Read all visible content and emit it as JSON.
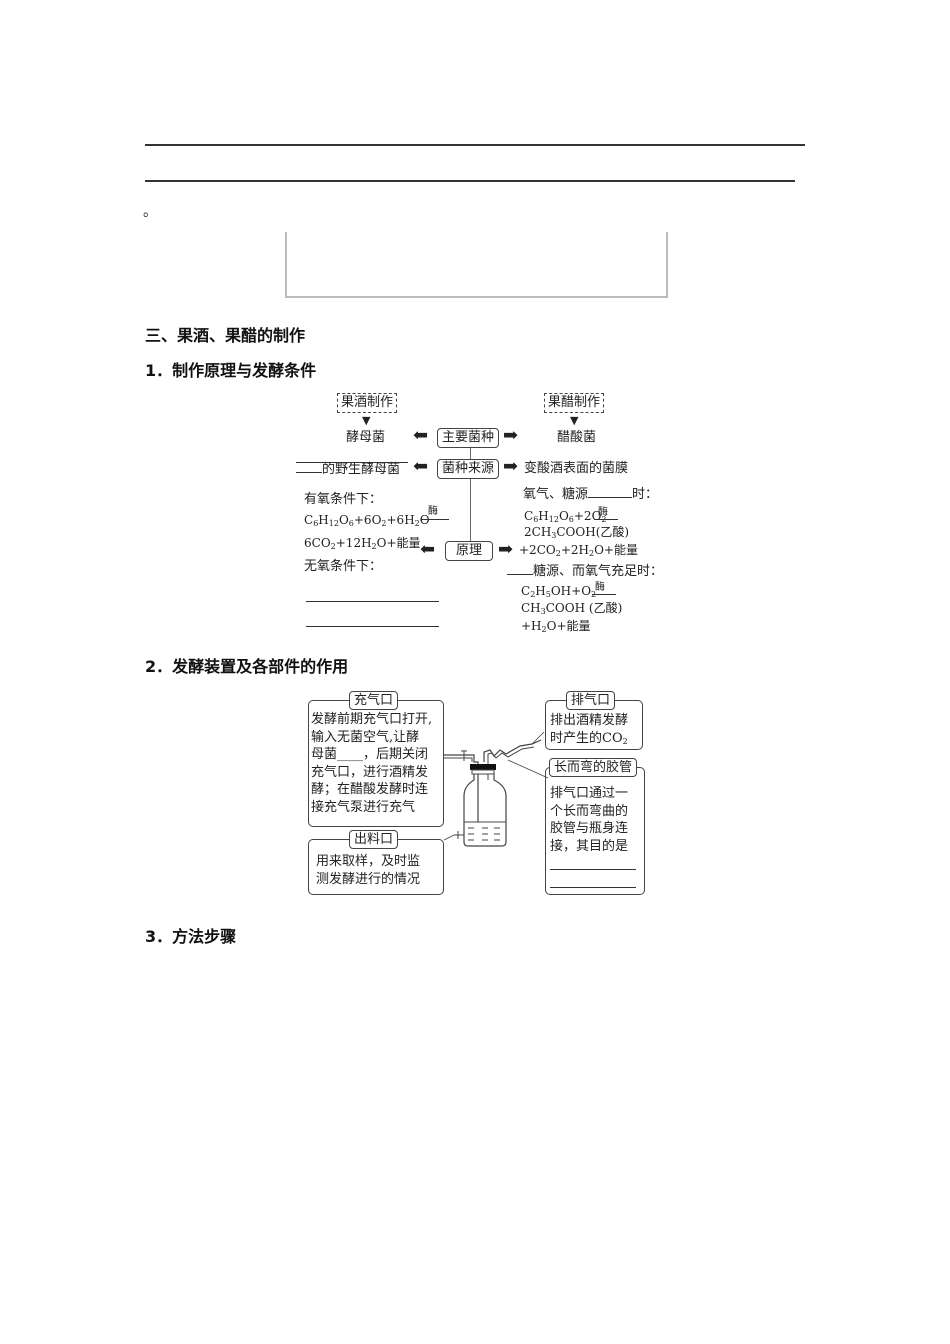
{
  "top": {
    "period": "。"
  },
  "section3": {
    "title": "三、果酒、果醋的制作",
    "sub1": "1．制作原理与发酵条件",
    "sub2": "2．发酵装置及各部件的作用",
    "sub3": "3．方法步骤"
  },
  "diagram1": {
    "left_header": "果酒制作",
    "right_header": "果醋制作",
    "center_boxes": [
      "主要菌种",
      "菌种来源",
      "原理"
    ],
    "left_strain": "酵母菌",
    "right_strain": "醋酸菌",
    "left_source": "的野生酵母菌",
    "right_source": "变酸酒表面的菌膜",
    "aerobic_label": "有氧条件下：",
    "aerobic_eq1": "C6H12O6+6O2+6H2O",
    "aerobic_eq2": "6CO2+12H2O+能量",
    "enzyme": "酶",
    "anaerobic_label": "无氧条件下：",
    "right_cond1": "氧气、糖源",
    "right_cond1_end": "时：",
    "right_eq1a": "C6H12O6+2O2",
    "right_eq1b": "2CH3COOH(乙酸)",
    "right_eq1c": "+2CO2+2H2O+能量",
    "right_cond2": "糖源、而氧气充足时：",
    "right_eq2a": "C2H5OH+O2",
    "right_eq2b": "CH3COOH (乙酸)",
    "right_eq2c": "+H2O+能量"
  },
  "diagram2": {
    "inlet_title": "充气口",
    "inlet_lines": [
      "发酵前期充气口打开,",
      "输入无菌空气,让酵",
      "母菌____，后期关闭",
      "充气口，进行酒精发",
      "酵；在醋酸发酵时连",
      "接充气泵进行充气"
    ],
    "outlet_title": "出料口",
    "outlet_lines": [
      "用来取样，及时监",
      "测发酵进行的情况"
    ],
    "exhaust_title": "排气口",
    "exhaust_lines": [
      "排出酒精发酵",
      "时产生的CO2"
    ],
    "tube_title": "长而弯的胶管",
    "tube_lines": [
      "排气口通过一",
      "个长而弯曲的",
      "胶管与瓶身连",
      "接，其目的是"
    ]
  }
}
